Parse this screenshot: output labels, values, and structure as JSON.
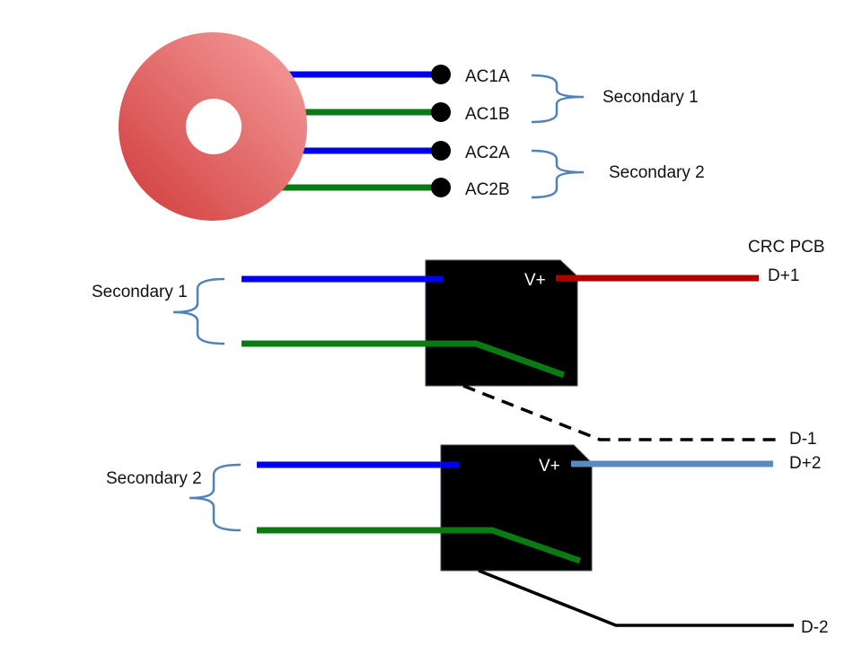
{
  "colors": {
    "blue_wire": "#0000ee",
    "green_wire": "#0a7a12",
    "red_wire": "#b00000",
    "steelblue_wire": "#5b8ac0",
    "bracket": "#4f81bd",
    "chip": "#000000",
    "toroid_dark": "#d03a3a",
    "toroid_light": "#f7a0a0"
  },
  "transformer": {
    "terminals": [
      "AC1A",
      "AC1B",
      "AC2A",
      "AC2B"
    ],
    "groups": [
      "Secondary 1",
      "Secondary 2"
    ]
  },
  "rectifier_1": {
    "group_label": "Secondary 1",
    "vplus": "V+",
    "out_pos": "D+1",
    "out_neg": "D-1"
  },
  "rectifier_2": {
    "group_label": "Secondary 2",
    "vplus": "V+",
    "out_pos": "D+2",
    "out_neg": "D-2"
  },
  "pcb_label": "CRC PCB"
}
